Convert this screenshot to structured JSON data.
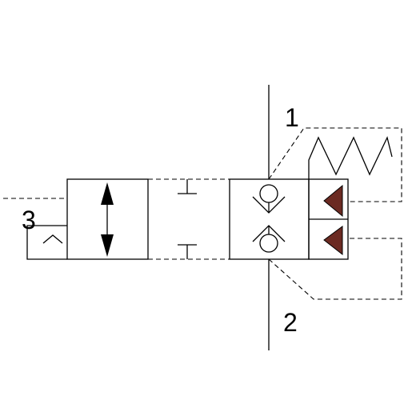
{
  "diagram": {
    "port_labels": {
      "port1": "1",
      "port2": "2",
      "port3": "3"
    },
    "colors": {
      "line": "#000000",
      "pilot_triangle": "#6b2a22",
      "background": "#ffffff"
    }
  }
}
